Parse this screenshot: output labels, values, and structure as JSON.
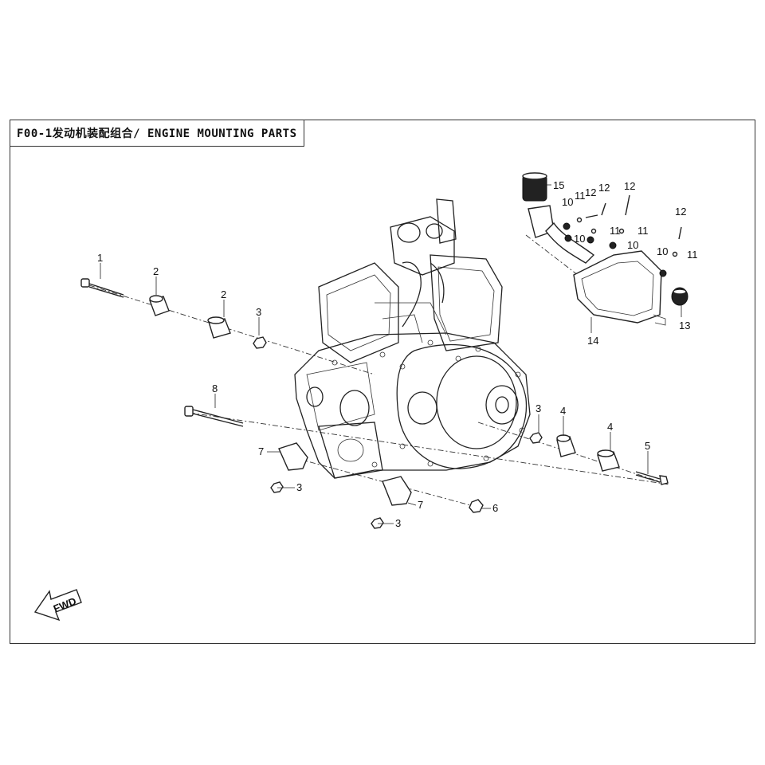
{
  "title": "F00-1发动机装配组合/ ENGINE MOUNTING PARTS",
  "fwd_label": "FWD",
  "callouts": {
    "c1": "1",
    "c2a": "2",
    "c2b": "2",
    "c3a": "3",
    "c3b": "3",
    "c3c": "3",
    "c3d": "3",
    "c4a": "4",
    "c4b": "4",
    "c5": "5",
    "c6": "6",
    "c7a": "7",
    "c7b": "7",
    "c8": "8",
    "c10a": "10",
    "c10b": "10",
    "c10c": "10",
    "c10d": "10",
    "c11a": "11",
    "c11b": "11",
    "c11c": "11",
    "c11d": "11",
    "c12a": "12",
    "c12b": "12",
    "c12c": "12",
    "c12d": "12",
    "c13": "13",
    "c14": "14",
    "c15": "15"
  },
  "icons": {
    "fwd_arrow": "fwd-arrow-icon"
  }
}
